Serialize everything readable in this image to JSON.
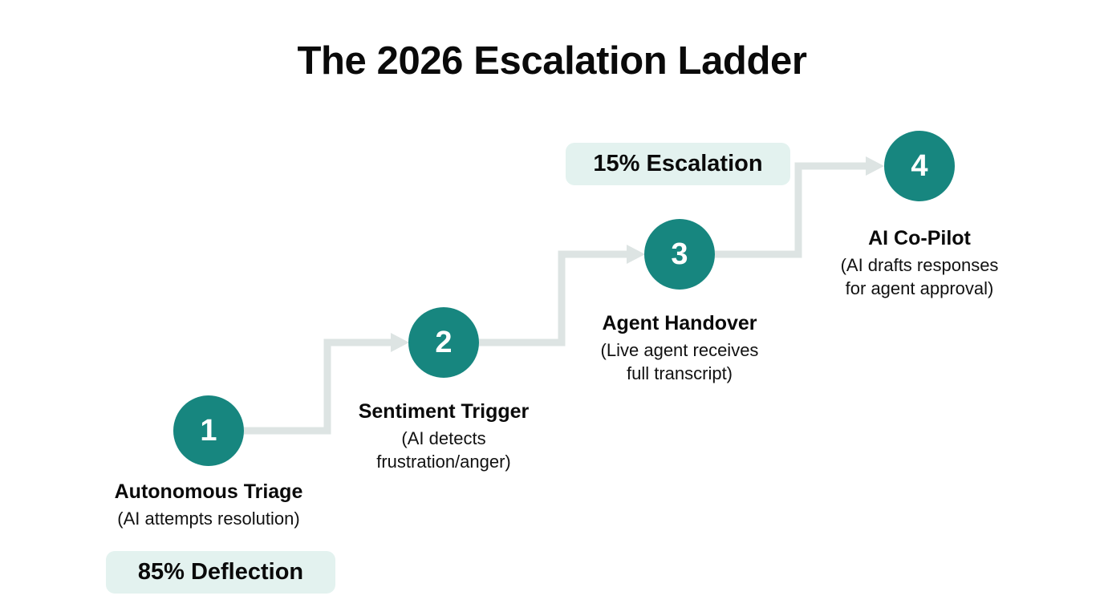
{
  "diagram": {
    "title": "The 2026 Escalation Ladder",
    "type": "flow-ladder",
    "colors": {
      "node_fill": "#17867f",
      "node_text": "#ffffff",
      "connector": "#dde4e3",
      "badge_background": "#e3f2ef",
      "text": "#0a0a0a",
      "page_background": "#ffffff"
    },
    "steps": [
      {
        "number": "1",
        "title": "Autonomous Triage",
        "subtitle_lines": [
          "(AI attempts resolution)"
        ]
      },
      {
        "number": "2",
        "title": "Sentiment Trigger",
        "subtitle_lines": [
          "(AI detects",
          "frustration/anger)"
        ]
      },
      {
        "number": "3",
        "title": "Agent Handover",
        "subtitle_lines": [
          "(Live agent receives",
          "full transcript)"
        ]
      },
      {
        "number": "4",
        "title": "AI Co-Pilot",
        "subtitle_lines": [
          "(AI drafts responses",
          "for agent approval)"
        ]
      }
    ],
    "badges": [
      {
        "id": "deflection",
        "label": "85% Deflection"
      },
      {
        "id": "escalation",
        "label": "15% Escalation"
      }
    ]
  }
}
